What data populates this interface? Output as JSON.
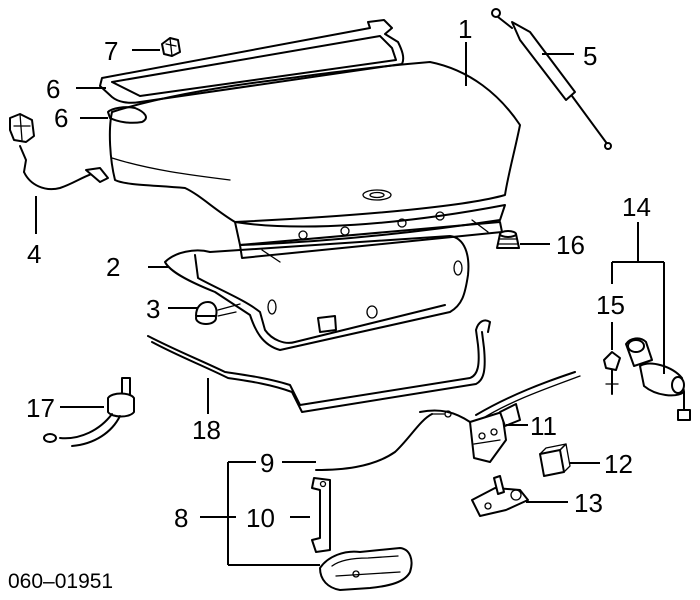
{
  "callouts": {
    "c1": "1",
    "c2": "2",
    "c3": "3",
    "c4": "4",
    "c5": "5",
    "c6a": "6",
    "c6b": "6",
    "c7": "7",
    "c8": "8",
    "c9": "9",
    "c10": "10",
    "c11": "11",
    "c12": "12",
    "c13": "13",
    "c14": "14",
    "c15": "15",
    "c16": "16",
    "c17": "17",
    "c18": "18"
  },
  "diagram_code": "060–01951"
}
